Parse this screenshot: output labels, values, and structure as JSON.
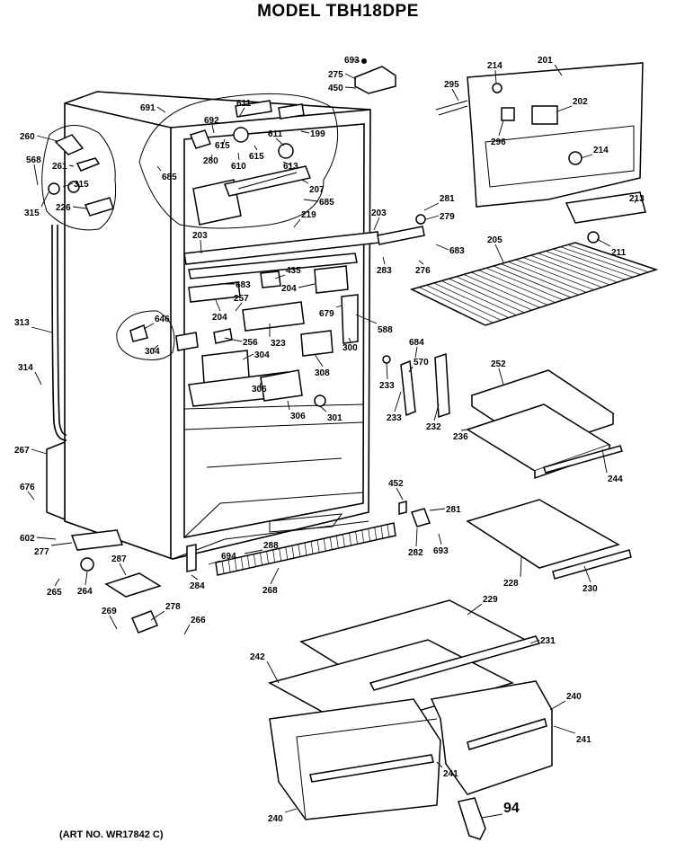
{
  "title": "MODEL TBH18DPE",
  "art_number": "(ART NO. WR17842 C)",
  "callouts": [
    {
      "id": "c693a",
      "text": "693"
    },
    {
      "id": "c275",
      "text": "275"
    },
    {
      "id": "c450",
      "text": "450"
    },
    {
      "id": "c201",
      "text": "201"
    },
    {
      "id": "c214a",
      "text": "214"
    },
    {
      "id": "c295",
      "text": "295"
    },
    {
      "id": "c202",
      "text": "202"
    },
    {
      "id": "c296",
      "text": "296"
    },
    {
      "id": "c214b",
      "text": "214"
    },
    {
      "id": "c691",
      "text": "691"
    },
    {
      "id": "c692",
      "text": "692"
    },
    {
      "id": "c611a",
      "text": "611"
    },
    {
      "id": "c611b",
      "text": "611"
    },
    {
      "id": "c199",
      "text": "199"
    },
    {
      "id": "c615a",
      "text": "615"
    },
    {
      "id": "c615b",
      "text": "615"
    },
    {
      "id": "c610",
      "text": "610"
    },
    {
      "id": "c613",
      "text": "613"
    },
    {
      "id": "c260",
      "text": "260"
    },
    {
      "id": "c261",
      "text": "261"
    },
    {
      "id": "c280",
      "text": "280"
    },
    {
      "id": "c568a",
      "text": "568"
    },
    {
      "id": "c315a",
      "text": "315"
    },
    {
      "id": "c315b",
      "text": "315"
    },
    {
      "id": "c226",
      "text": "226"
    },
    {
      "id": "c685a",
      "text": "685"
    },
    {
      "id": "c685b",
      "text": "685"
    },
    {
      "id": "c207",
      "text": "207"
    },
    {
      "id": "c219",
      "text": "219"
    },
    {
      "id": "c203a",
      "text": "203"
    },
    {
      "id": "c203b",
      "text": "203"
    },
    {
      "id": "c213",
      "text": "213"
    },
    {
      "id": "c281a",
      "text": "281"
    },
    {
      "id": "c279",
      "text": "279"
    },
    {
      "id": "c683a",
      "text": "683"
    },
    {
      "id": "c211",
      "text": "211"
    },
    {
      "id": "c205",
      "text": "205"
    },
    {
      "id": "c283",
      "text": "283"
    },
    {
      "id": "c276",
      "text": "276"
    },
    {
      "id": "c435",
      "text": "435"
    },
    {
      "id": "c683b",
      "text": "683"
    },
    {
      "id": "c204a",
      "text": "204"
    },
    {
      "id": "c204b",
      "text": "204"
    },
    {
      "id": "c679",
      "text": "679"
    },
    {
      "id": "c588",
      "text": "588"
    },
    {
      "id": "c313",
      "text": "313"
    },
    {
      "id": "c646",
      "text": "646"
    },
    {
      "id": "c257",
      "text": "257"
    },
    {
      "id": "c256",
      "text": "256"
    },
    {
      "id": "c323",
      "text": "323"
    },
    {
      "id": "c304a",
      "text": "304"
    },
    {
      "id": "c304b",
      "text": "304"
    },
    {
      "id": "c300",
      "text": "300"
    },
    {
      "id": "c308",
      "text": "308"
    },
    {
      "id": "c684",
      "text": "684"
    },
    {
      "id": "c570",
      "text": "570"
    },
    {
      "id": "c252",
      "text": "252"
    },
    {
      "id": "c314",
      "text": "314"
    },
    {
      "id": "c233a",
      "text": "233"
    },
    {
      "id": "c233b",
      "text": "233"
    },
    {
      "id": "c232",
      "text": "232"
    },
    {
      "id": "c306a",
      "text": "306"
    },
    {
      "id": "c306b",
      "text": "306"
    },
    {
      "id": "c301",
      "text": "301"
    },
    {
      "id": "c236",
      "text": "236"
    },
    {
      "id": "c244",
      "text": "244"
    },
    {
      "id": "c267",
      "text": "267"
    },
    {
      "id": "c676",
      "text": "676"
    },
    {
      "id": "c452",
      "text": "452"
    },
    {
      "id": "c281b",
      "text": "281"
    },
    {
      "id": "c602",
      "text": "602"
    },
    {
      "id": "c277",
      "text": "277"
    },
    {
      "id": "c282",
      "text": "282"
    },
    {
      "id": "c693b",
      "text": "693"
    },
    {
      "id": "c694",
      "text": "694"
    },
    {
      "id": "c288",
      "text": "288"
    },
    {
      "id": "c228",
      "text": "228"
    },
    {
      "id": "c230",
      "text": "230"
    },
    {
      "id": "c287",
      "text": "287"
    },
    {
      "id": "c265",
      "text": "265"
    },
    {
      "id": "c264",
      "text": "264"
    },
    {
      "id": "c284",
      "text": "284"
    },
    {
      "id": "c268",
      "text": "268"
    },
    {
      "id": "c278",
      "text": "278"
    },
    {
      "id": "c269",
      "text": "269"
    },
    {
      "id": "c266",
      "text": "266"
    },
    {
      "id": "c229",
      "text": "229"
    },
    {
      "id": "c231",
      "text": "231"
    },
    {
      "id": "c242",
      "text": "242"
    },
    {
      "id": "c240a",
      "text": "240"
    },
    {
      "id": "c241a",
      "text": "241"
    },
    {
      "id": "c241b",
      "text": "241"
    },
    {
      "id": "c240b",
      "text": "240"
    },
    {
      "id": "c94",
      "text": "94"
    }
  ]
}
